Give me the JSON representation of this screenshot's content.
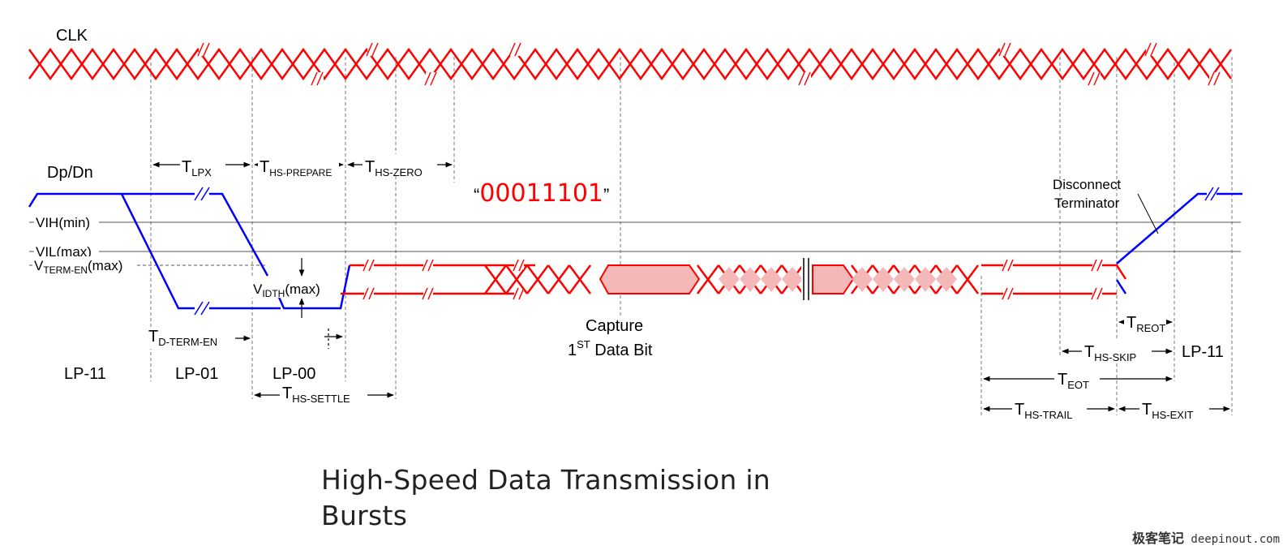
{
  "title": "High-Speed Data Transmission in Bursts",
  "watermark": {
    "cn": "极客笔记",
    "url": "deepinout.com"
  },
  "signals": {
    "clk": "CLK",
    "data": "Dp/Dn"
  },
  "levels": {
    "vih": "VIH(min)",
    "vil": "VIL(max)",
    "vterm": {
      "main": "V",
      "sub": "TERM-EN",
      "suffix": "(max)"
    },
    "vidth": {
      "main": "V",
      "sub": "IDTH",
      "suffix": "(max)"
    }
  },
  "timings": {
    "tlpx": {
      "main": "T",
      "sub": "LPX"
    },
    "ths_prepare": {
      "main": "T",
      "sub": "HS-PREPARE"
    },
    "ths_zero": {
      "main": "T",
      "sub": "HS-ZERO"
    },
    "td_term_en": {
      "main": "T",
      "sub": "D-TERM-EN"
    },
    "ths_settle": {
      "main": "T",
      "sub": "HS-SETTLE"
    },
    "treot": {
      "main": "T",
      "sub": "REOT"
    },
    "ths_skip": {
      "main": "T",
      "sub": "HS-SKIP"
    },
    "teot": {
      "main": "T",
      "sub": "EOT"
    },
    "ths_trail": {
      "main": "T",
      "sub": "HS-TRAIL"
    },
    "ths_exit": {
      "main": "T",
      "sub": "HS-EXIT"
    }
  },
  "states": {
    "lp11_start": "LP-11",
    "lp01": "LP-01",
    "lp00": "LP-00",
    "lp11_end": "LP-11"
  },
  "sync_sequence": {
    "open_quote": "“",
    "bits": "00011101",
    "close_quote": "”"
  },
  "capture": {
    "line1": "Capture",
    "line2_num": "1",
    "line2_sup": "ST",
    "line2_rest": " Data Bit"
  },
  "disconnect": {
    "line1": "Disconnect",
    "line2": "Terminator"
  },
  "colors": {
    "clock": "#ff0000",
    "lp_signal": "#0000ff",
    "hs_signal": "#ff0000",
    "hs_fill": "#f4b8b8",
    "grid": "#555555"
  }
}
